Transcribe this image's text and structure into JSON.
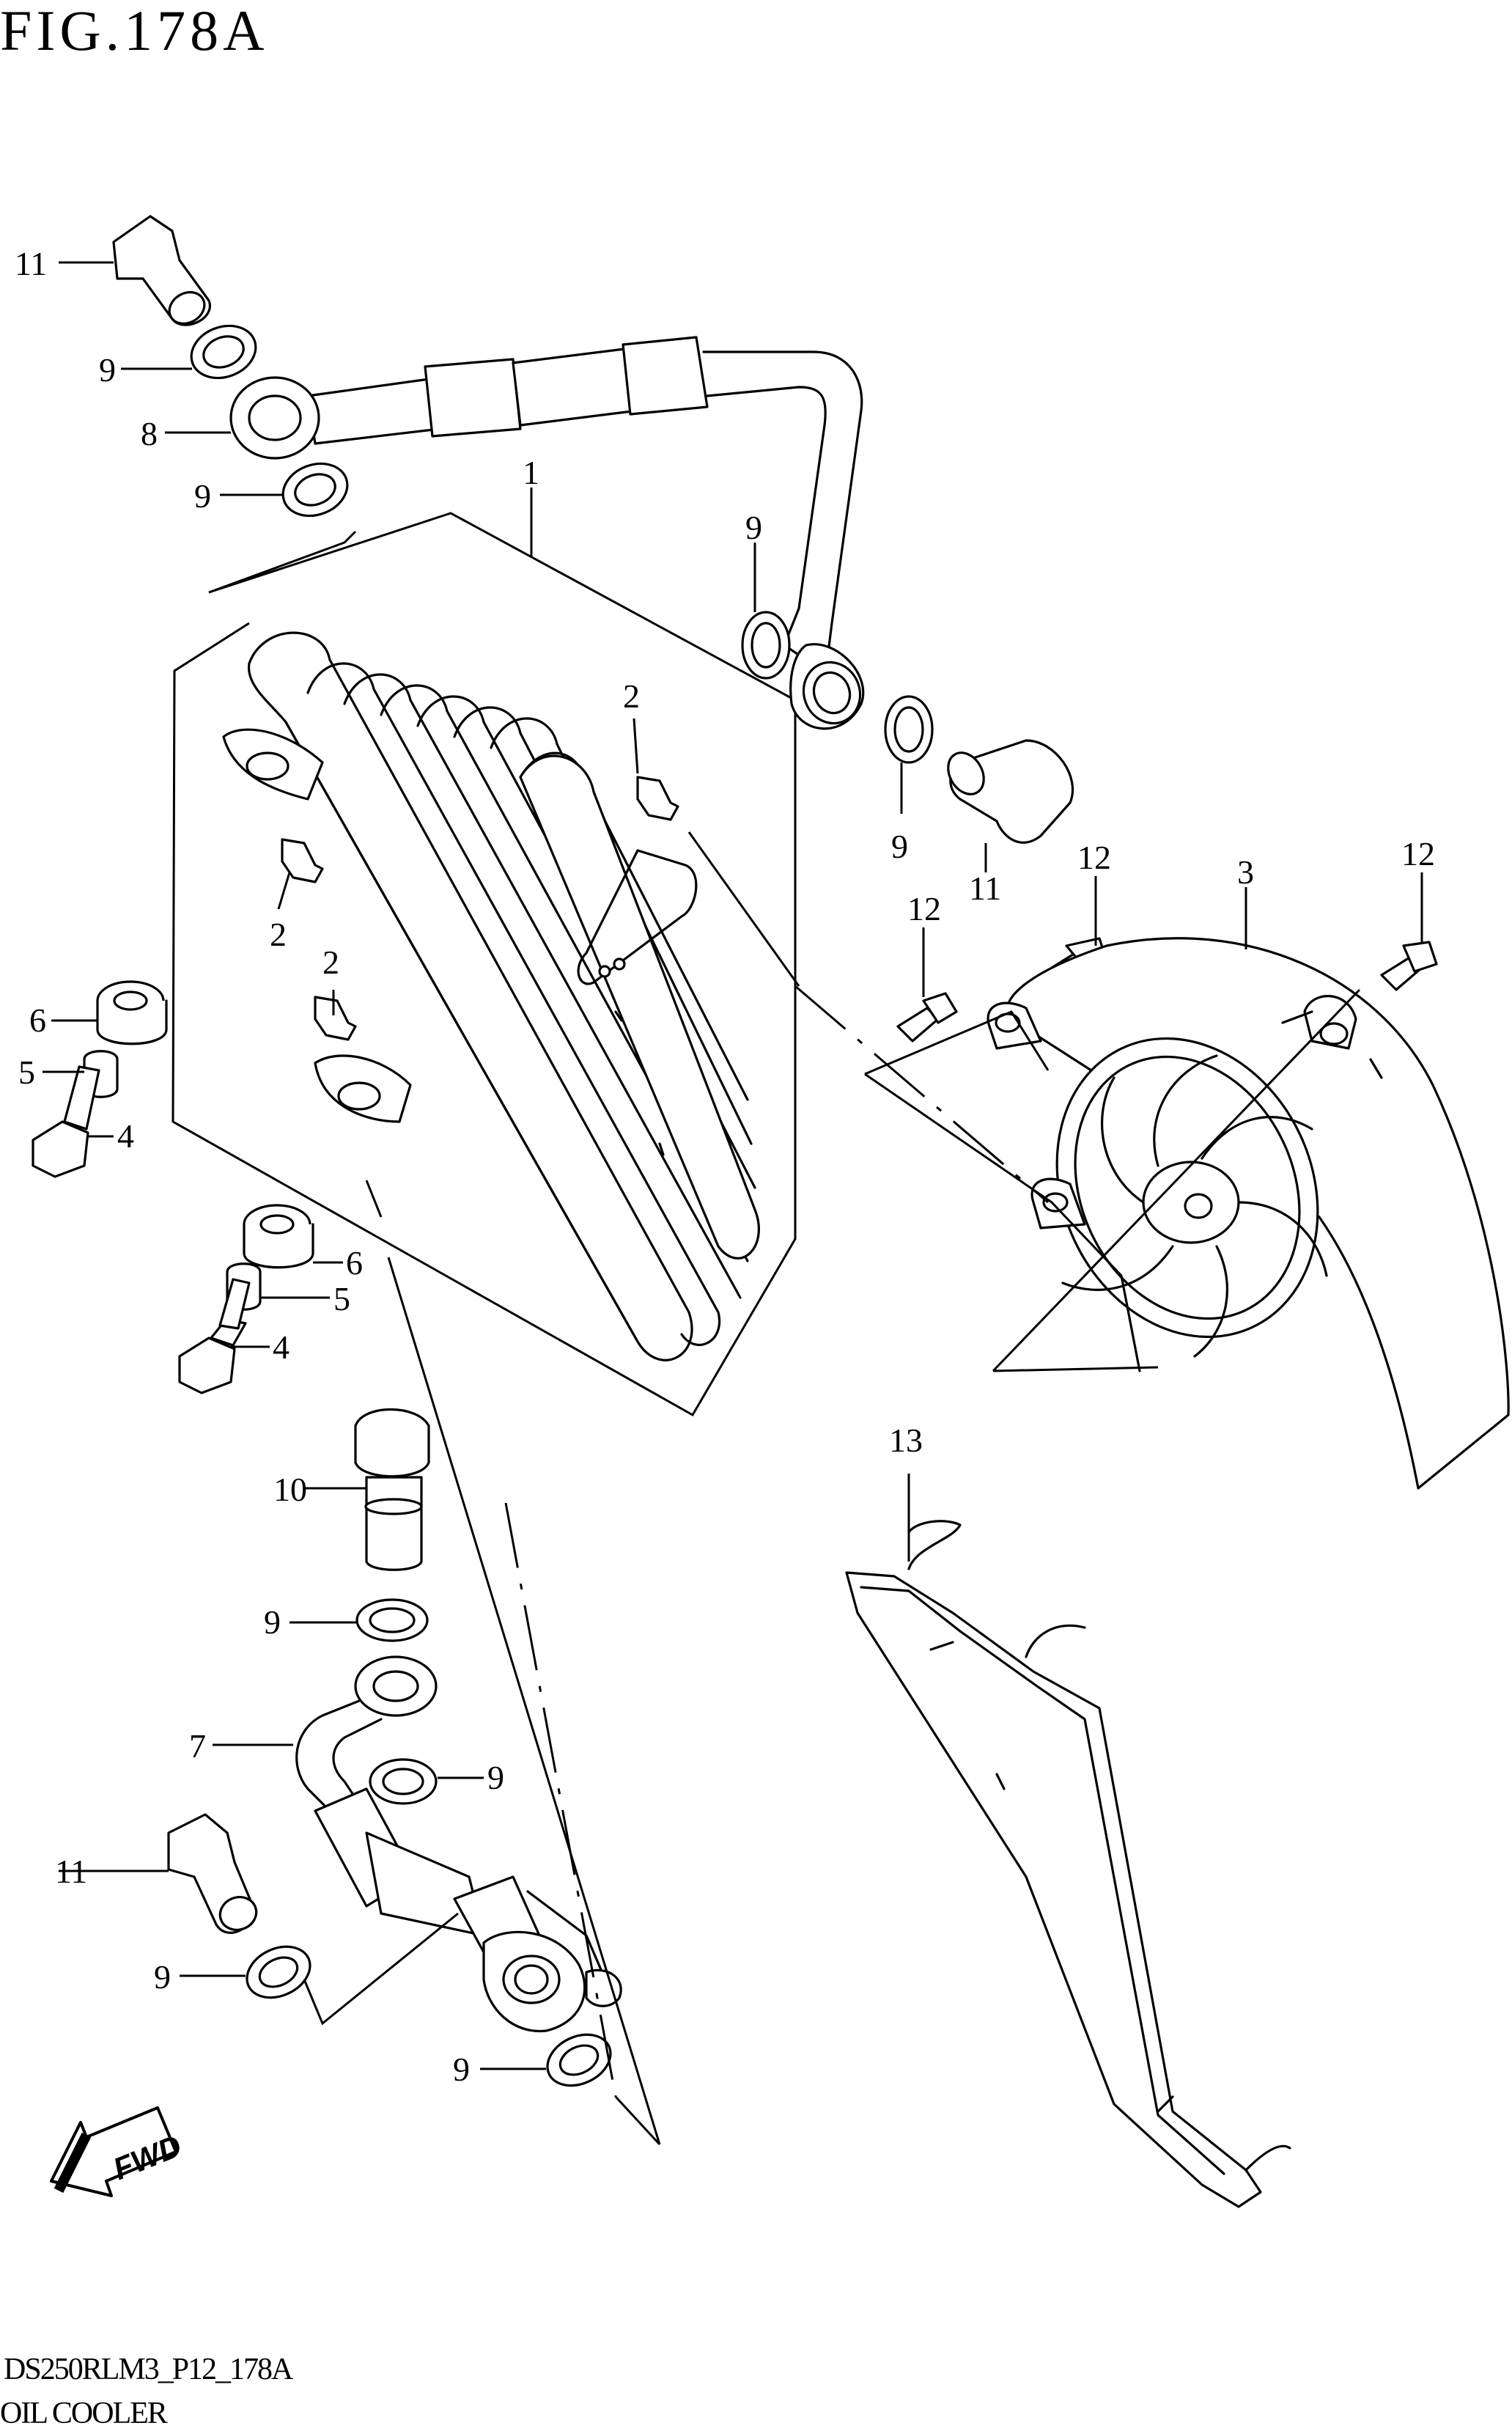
{
  "figure": {
    "title": "FIG.178A",
    "code": "DS250RLM3_P12_178A",
    "caption": "OIL COOLER",
    "fwd": "FWD"
  },
  "callouts": [
    "11",
    "9",
    "8",
    "9",
    "1",
    "9",
    "2",
    "9",
    "11",
    "12",
    "12",
    "3",
    "12",
    "2",
    "2",
    "6",
    "5",
    "4",
    "6",
    "5",
    "4",
    "10",
    "9",
    "7",
    "9",
    "13",
    "11",
    "9",
    "9"
  ]
}
